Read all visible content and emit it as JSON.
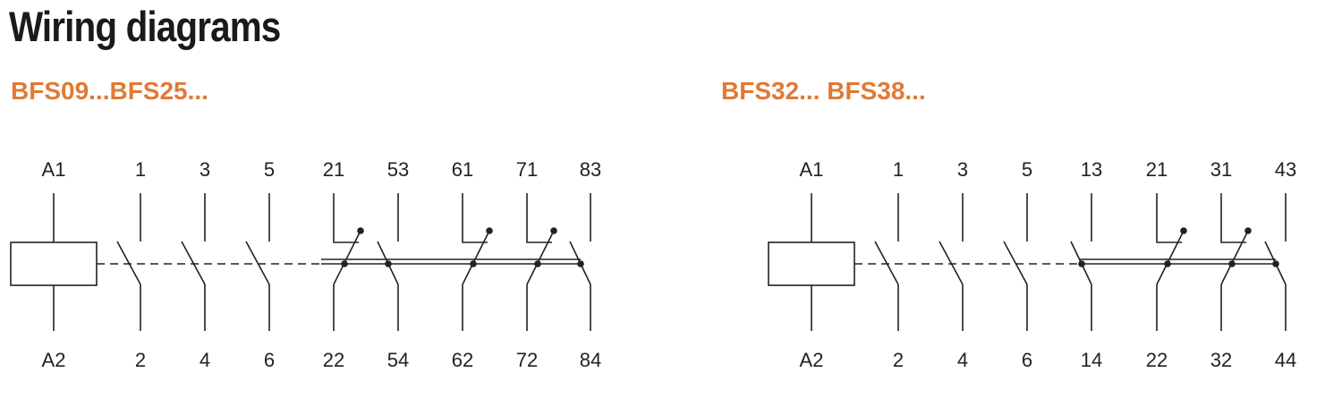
{
  "title": "Wiring diagrams",
  "colors": {
    "accent": "#e07a35",
    "ink": "#222222"
  },
  "diagrams": [
    {
      "id": "a",
      "subtitle": "BFS09...BFS25...",
      "coil": {
        "top": "A1",
        "bottom": "A2"
      },
      "contacts": [
        {
          "top": "1",
          "bottom": "2",
          "kind": "main-no"
        },
        {
          "top": "3",
          "bottom": "4",
          "kind": "main-no"
        },
        {
          "top": "5",
          "bottom": "6",
          "kind": "main-no"
        },
        {
          "top": "21",
          "bottom": "22",
          "kind": "aux-nc"
        },
        {
          "top": "53",
          "bottom": "54",
          "kind": "aux-no"
        },
        {
          "top": "61",
          "bottom": "62",
          "kind": "aux-nc"
        },
        {
          "top": "71",
          "bottom": "72",
          "kind": "aux-nc"
        },
        {
          "top": "83",
          "bottom": "84",
          "kind": "aux-no"
        }
      ]
    },
    {
      "id": "b",
      "subtitle": "BFS32... BFS38...",
      "coil": {
        "top": "A1",
        "bottom": "A2"
      },
      "contacts": [
        {
          "top": "1",
          "bottom": "2",
          "kind": "main-no"
        },
        {
          "top": "3",
          "bottom": "4",
          "kind": "main-no"
        },
        {
          "top": "5",
          "bottom": "6",
          "kind": "main-no"
        },
        {
          "top": "13",
          "bottom": "14",
          "kind": "aux-no"
        },
        {
          "top": "21",
          "bottom": "22",
          "kind": "aux-nc"
        },
        {
          "top": "31",
          "bottom": "32",
          "kind": "aux-nc"
        },
        {
          "top": "43",
          "bottom": "44",
          "kind": "aux-no"
        }
      ]
    }
  ]
}
